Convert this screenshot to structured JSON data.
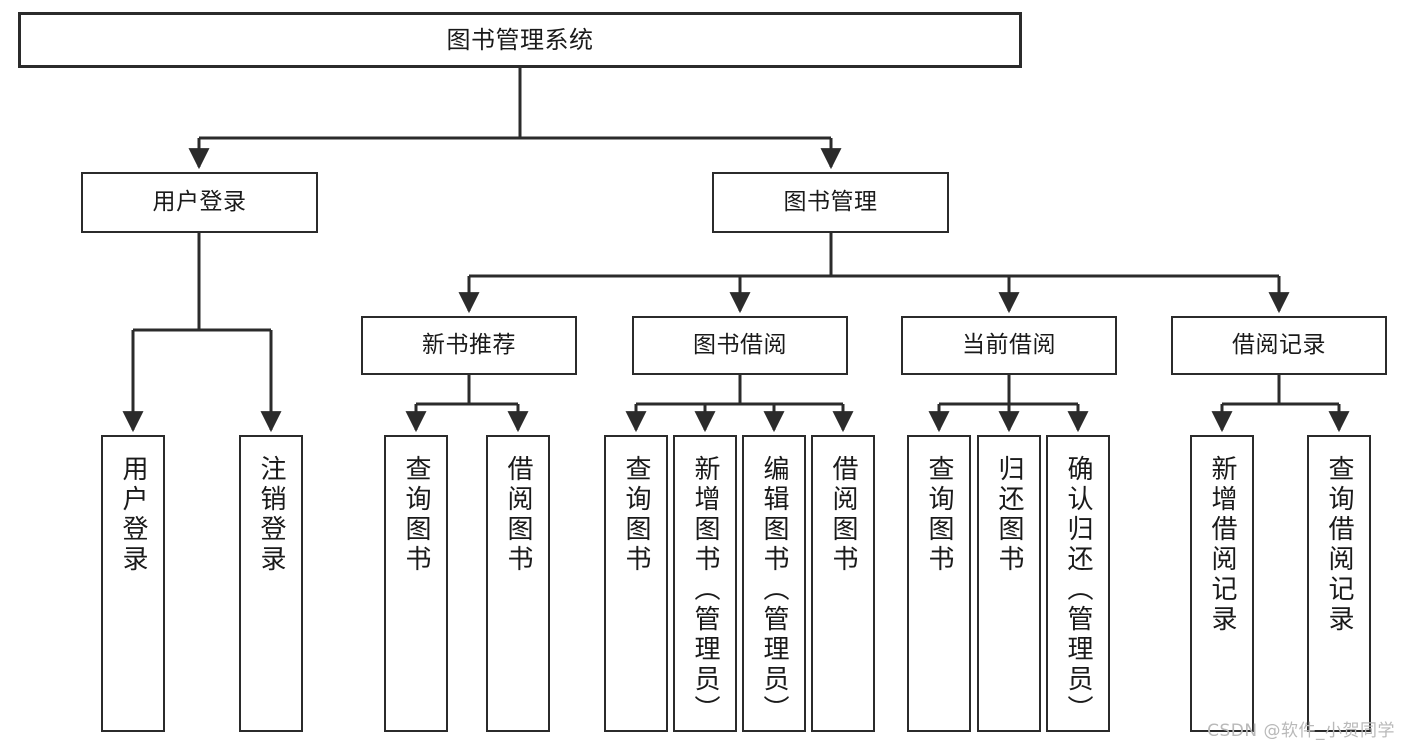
{
  "diagram": {
    "title": "图书管理系统",
    "type": "tree",
    "watermark": "CSDN @软件_小贺同学",
    "colors": {
      "background": "#ffffff",
      "box_border": "#2b2b2b",
      "box_fill": "#ffffff",
      "connector": "#2b2b2b",
      "text": "#1a1a1a",
      "watermark": "#b9b9b9"
    },
    "nodes": {
      "root": {
        "label": "图书管理系统"
      },
      "level1": [
        {
          "label": "用户登录"
        },
        {
          "label": "图书管理"
        }
      ],
      "level2": [
        {
          "label": "新书推荐"
        },
        {
          "label": "图书借阅"
        },
        {
          "label": "当前借阅"
        },
        {
          "label": "借阅记录"
        }
      ],
      "leaves_user_login": [
        {
          "label": "用户登录"
        },
        {
          "label": "注销登录"
        }
      ],
      "leaves_new_book": [
        {
          "label": "查询图书"
        },
        {
          "label": "借阅图书"
        }
      ],
      "leaves_borrow": [
        {
          "label": "查询图书"
        },
        {
          "label": "新增图书（管理员）"
        },
        {
          "label": "编辑图书（管理员）"
        },
        {
          "label": "借阅图书"
        }
      ],
      "leaves_current": [
        {
          "label": "查询图书"
        },
        {
          "label": "归还图书"
        },
        {
          "label": "确认归还（管理员）"
        }
      ],
      "leaves_records": [
        {
          "label": "新增借阅记录"
        },
        {
          "label": "查询借阅记录"
        }
      ]
    }
  }
}
